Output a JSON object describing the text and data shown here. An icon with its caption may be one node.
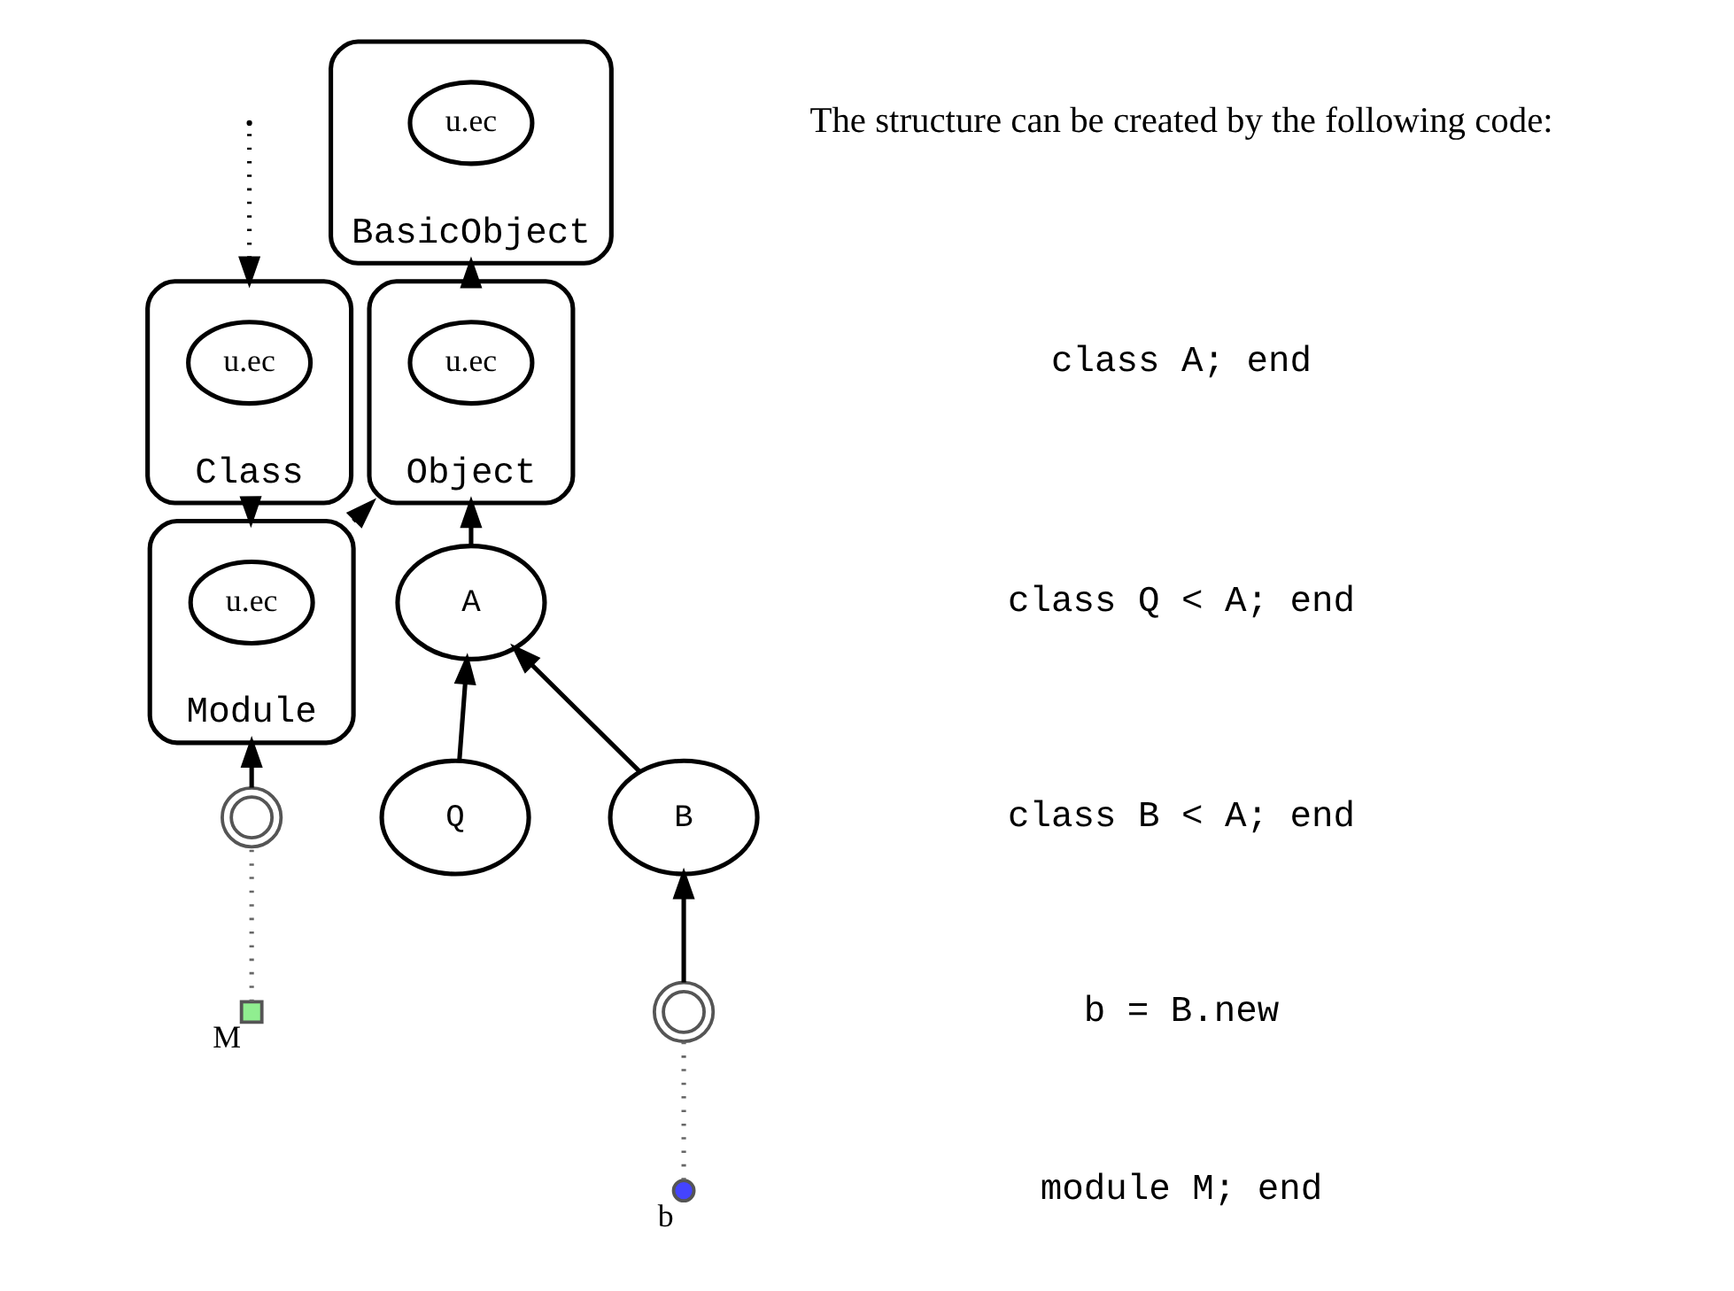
{
  "diagram": {
    "nodes": [
      {
        "text": [
          "BasicObject"
        ]
      },
      {
        "text": [
          "u.ec"
        ],
        "in": 0
      },
      {
        "text": [
          "Class"
        ]
      },
      {
        "text": [
          "u.ec"
        ],
        "in": 2
      },
      {
        "text": [
          "Object"
        ]
      },
      {
        "text": [
          "u.ec"
        ],
        "in": 4
      },
      {
        "text": [
          "Module"
        ]
      },
      {
        "text": [
          "u.ec"
        ],
        "in": 6
      },
      {
        "text": [
          "A"
        ]
      },
      {
        "text": [
          "Q"
        ]
      },
      {
        "text": [
          "B"
        ]
      },
      {
        "text": [],
        "shape": "circle"
      },
      {
        "text": [],
        "shape": "circle",
        "beside": [
          "b"
        ]
      },
      {
        "text": [],
        "shape": "circle"
      },
      {
        "text": [],
        "shape": "box",
        "beside": [
          "M"
        ]
      }
    ],
    "edges": [
      {
        "from": null,
        "to": 2,
        "arrow": "to",
        "style": "dashed"
      },
      {
        "from": 4,
        "to": 0,
        "arrow": "to"
      },
      {
        "from": 2,
        "to": 6,
        "arrow": "to"
      },
      {
        "from": 6,
        "to": 4,
        "arrow": "to"
      },
      {
        "from": 8,
        "to": 4,
        "arrow": "to"
      },
      {
        "from": 9,
        "to": 8,
        "arrow": "to"
      },
      {
        "from": 10,
        "to": 8,
        "arrow": "to"
      },
      {
        "from": 11,
        "to": 10,
        "arrow": "to"
      },
      {
        "from": 12,
        "to": 11,
        "arrow": "none",
        "style": "dashed",
        "color": "#666666"
      },
      {
        "from": 13,
        "to": 6,
        "arrow": "to"
      },
      {
        "from": 14,
        "to": 13,
        "arrow": "none",
        "style": "dashed",
        "color": "#666666"
      }
    ],
    "labels": [
      "The structure can be created by the following code:",
      "class A; end",
      "class Q < A; end",
      "class B < A; end",
      "b = B.new",
      "module M; end"
    ]
  }
}
